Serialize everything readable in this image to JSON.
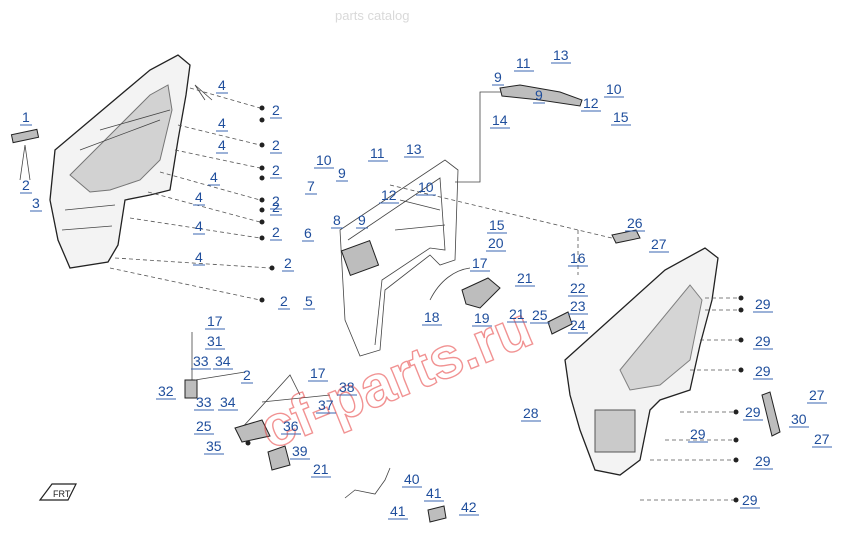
{
  "watermark": {
    "main": "cf-parts.ru",
    "top": "parts catalog"
  },
  "front_arrow": "FRT",
  "labels": {
    "n1": "1",
    "n2": "2",
    "n3": "3",
    "n4": "4",
    "n5": "5",
    "n6": "6",
    "n7": "7",
    "n8": "8",
    "n9": "9",
    "n10": "10",
    "n11": "11",
    "n12": "12",
    "n13": "13",
    "n14": "14",
    "n15": "15",
    "n16": "16",
    "n17": "17",
    "n18": "18",
    "n19": "19",
    "n20": "20",
    "n21": "21",
    "n22": "22",
    "n23": "23",
    "n24": "24",
    "n25": "25",
    "n26": "26",
    "n27": "27",
    "n28": "28",
    "n29": "29",
    "n30": "30",
    "n31": "31",
    "n32": "32",
    "n33": "33",
    "n34": "34",
    "n35": "35",
    "n36": "36",
    "n37": "37",
    "n38": "38",
    "n39": "39",
    "n40": "40",
    "n41": "41",
    "n42": "42"
  },
  "colors": {
    "callout": "#1f4e9c",
    "watermark": "#e63a3a",
    "line": "#222222"
  }
}
